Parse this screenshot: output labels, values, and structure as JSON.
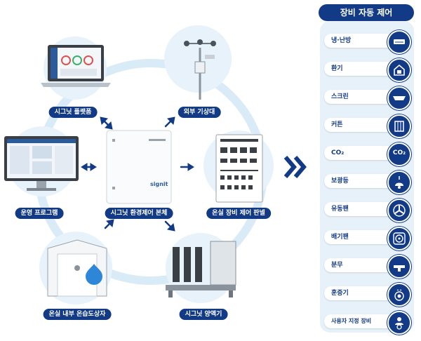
{
  "nodes": {
    "platform": "시그닛 플랫폼",
    "weather": "외부 기상대",
    "program": "운영 프로그램",
    "main": "시그닛 환경제어 본체",
    "control_panel": "온실 장비 제어 판넬",
    "sensor": "온실 내부 온습도상자",
    "nutrient": "시그닛 양액기"
  },
  "device_brand": "signit",
  "panel": {
    "title": "장비 자동 제어",
    "items": [
      {
        "label": "냉·난방",
        "icon": "air-conditioner-icon"
      },
      {
        "label": "환기",
        "icon": "ventilation-icon"
      },
      {
        "label": "스크린",
        "icon": "screen-icon"
      },
      {
        "label": "커튼",
        "icon": "curtain-icon"
      },
      {
        "label": "CO₂",
        "icon": "co2-icon",
        "icon_text": "CO₂"
      },
      {
        "label": "보광등",
        "icon": "lamp-icon"
      },
      {
        "label": "유동팬",
        "icon": "circulation-fan-icon"
      },
      {
        "label": "배기팬",
        "icon": "exhaust-fan-icon"
      },
      {
        "label": "분무",
        "icon": "sprayer-icon"
      },
      {
        "label": "훈증기",
        "icon": "fumigator-icon"
      },
      {
        "label": "사용자 지정 장비",
        "icon": "custom-device-icon"
      }
    ]
  },
  "colors": {
    "navy": "#123a86",
    "light_blue": "#e7f2fa",
    "ring": "#d6e9f6",
    "accent": "#2e86d8"
  }
}
